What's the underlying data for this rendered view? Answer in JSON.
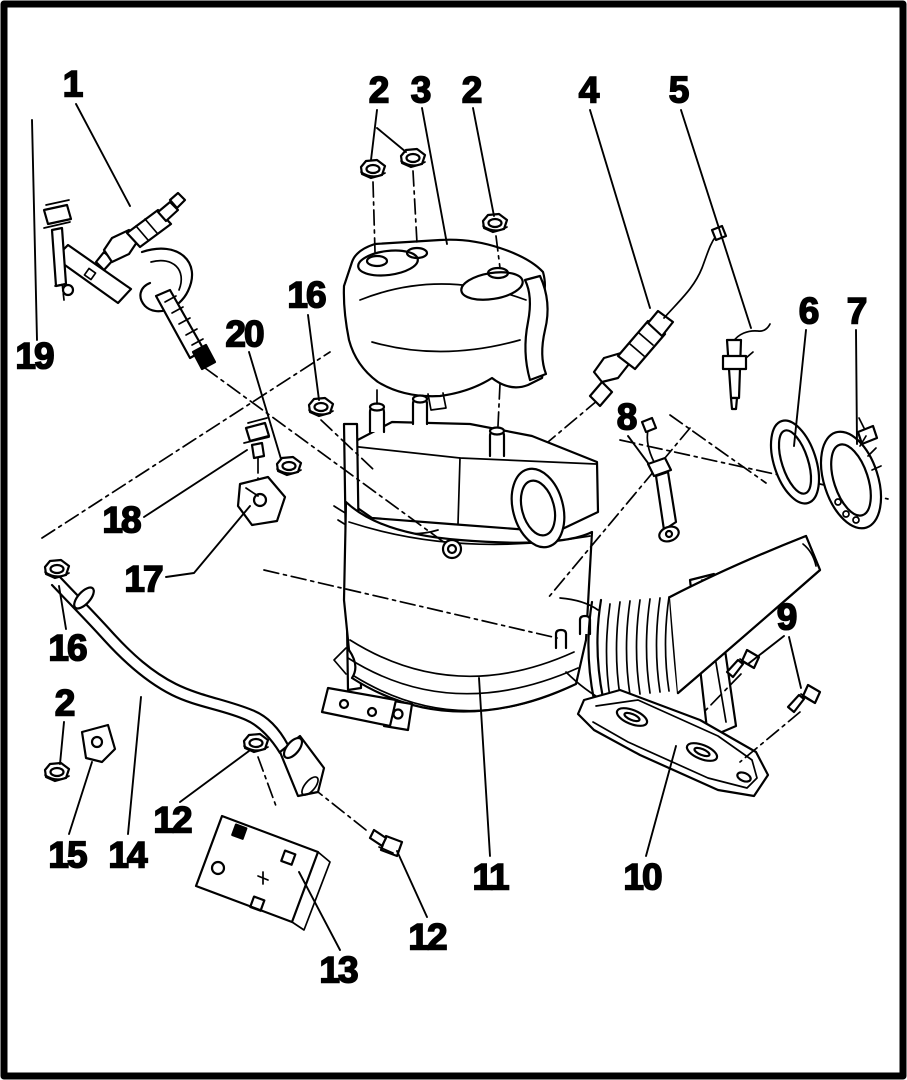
{
  "figure": {
    "kind": "exploded-parts-line-diagram",
    "background_color": "#ffffff",
    "ink_color": "#000000",
    "border": "solid black frame around page"
  },
  "callouts": [
    {
      "label": "1"
    },
    {
      "label": "2"
    },
    {
      "label": "3"
    },
    {
      "label": "2"
    },
    {
      "label": "4"
    },
    {
      "label": "5"
    },
    {
      "label": "6"
    },
    {
      "label": "7"
    },
    {
      "label": "8"
    },
    {
      "label": "19"
    },
    {
      "label": "20"
    },
    {
      "label": "16"
    },
    {
      "label": "18"
    },
    {
      "label": "17"
    },
    {
      "label": "16"
    },
    {
      "label": "2"
    },
    {
      "label": "15"
    },
    {
      "label": "14"
    },
    {
      "label": "12"
    },
    {
      "label": "13"
    },
    {
      "label": "12"
    },
    {
      "label": "11"
    },
    {
      "label": "10"
    },
    {
      "label": "9"
    }
  ]
}
